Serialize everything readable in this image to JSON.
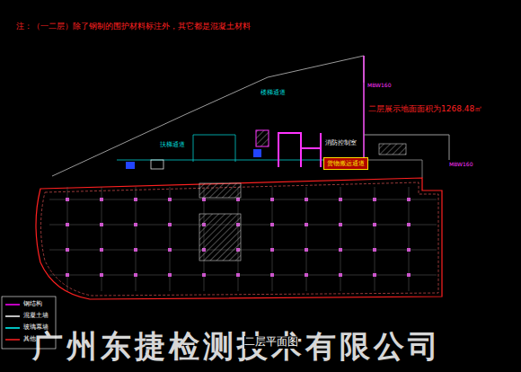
{
  "diagram": {
    "caption": "二层平面图",
    "nodes": [
      {
        "text": [
          "货物搬运通道"
        ]
      }
    ],
    "labels": [
      "注：（一二层）除了钢制的围护材料标注外，其它都是混凝土材料",
      "二层展示地面面积为1268.48㎡",
      "MBW160",
      "MBW160",
      "楼梯通道",
      "扶梯通道",
      "消防控制室",
      "广州东捷检测技术有限公司"
    ],
    "legend": [
      {
        "text": "钢结构",
        "color": "#ff00ff"
      },
      {
        "text": "混凝土墙",
        "color": "#ffffff"
      },
      {
        "text": "玻璃幕墙",
        "color": "#00ffff"
      },
      {
        "text": "其他",
        "color": "#ff2020"
      }
    ]
  }
}
